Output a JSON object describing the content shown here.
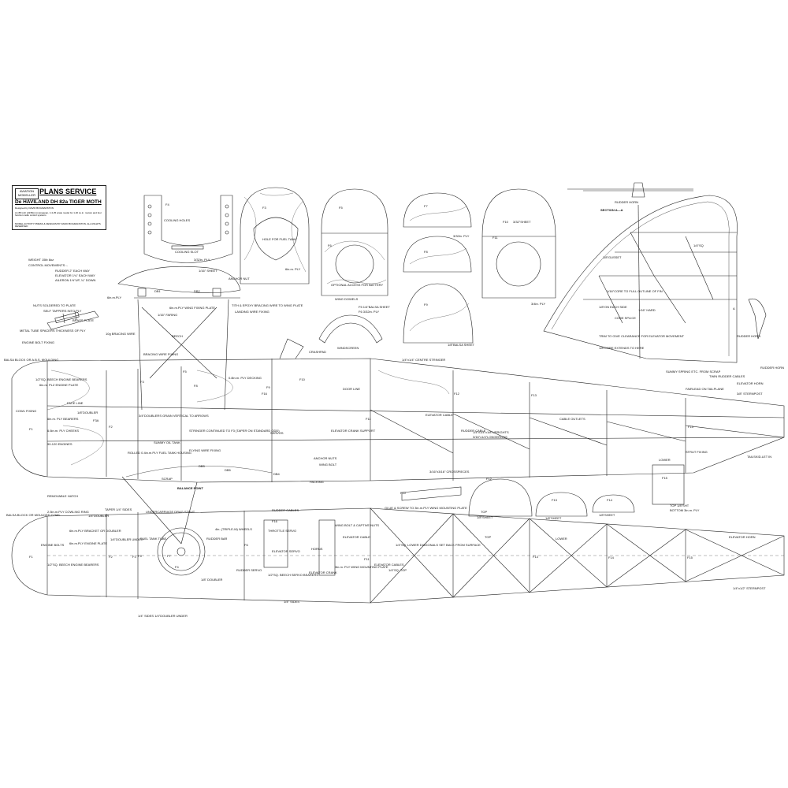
{
  "title_block": {
    "logo_text": "AVIATION MODELLER",
    "service": "PLANS SERVICE",
    "model_name": "De HAVILAND DH 82a TIGER MOTH",
    "designer": "Designed by DAVID BOGMANSTON",
    "spec": "An 88 inch (2235mm) wingspan, 1:4.25 scale model for 1.20 cu.in. motors and four function radio control systems",
    "rights": "MODEL ACTIVITY PRESS & DESIGNS BY DAVID BOGMANSTON. ALL RIGHTS RESERVED"
  },
  "specs": {
    "weight": "WEIGHT 15lb 8oz",
    "control_movements": "CONTROL MOVEMENTS :-",
    "rudder": "RUDDER 2\" EACH WAY",
    "elevator": "ELEVATOR 1¾\" EACH WAY",
    "aileron": "AILERON 1½\"UP, ¾\" DOWN"
  },
  "formers": {
    "f4": "F4",
    "cooling_holes": "COOLING HOLES",
    "cooling_slot": "COOLING SLOT",
    "f4_ply": "3/32in. PLY",
    "f3": "F3",
    "hole_fuel_tank": "HOLE FOR FUEL TANK",
    "f3_ply": "6in.m. PLY",
    "f5": "F5",
    "f6": "F6",
    "optional_access": "OPTIONAL ACCESS FOR BATTERY",
    "wing_dowels": "WING DOWELS",
    "f5_sheet": "F5 1/4\"BALSA SHEET",
    "f6_ply": "F6 3/32in. PLY",
    "f7": "F7",
    "f8": "F8",
    "f9": "F9",
    "f7_ply": "3/32in. PLY",
    "f9_sheet": "1/8\"BALSA SHEET",
    "f10": "F10",
    "f11": "F11",
    "f10_sheet": "3/32\"SHEET",
    "f11_ply": "3/4in. PLY",
    "windscreen": "WINDSCREEN"
  },
  "section_aa": {
    "label": "SECTION A—A",
    "rudder_horn": "RUDDER HORN",
    "gusset": "1/8\"GUSSET",
    "core_pin": "1/16\"CORE TO FULL OUTLINE OF FIN",
    "core_splice": "CORE SPLICE",
    "trim": "TRIM TO GIVE CLEARANCE FOR ELEVATOR MOVEMENT",
    "core_extends": "1/8\"CORE EXTENDS TO HERE",
    "summy_spring": "SUMMY SPRING ETC. FROM SCRAP",
    "a_mark": "A",
    "sq": "1/4\"SQ",
    "each_side": "1/8\"ON EACH SIDE",
    "hard": "1/16\" HARD",
    "rudder_horn_2": "RUDDER HORN"
  },
  "upper_view": {
    "balsa_block": "BALSA BLOCK OR A.B.S. MOULDING",
    "cowl_fixing": "COWL FIXING",
    "beech_bearers": "1/2\"SQ. BEECH ENGINE BEARERS",
    "ply_engine_plate": "6in.m. PLZ ENGINE PLATE",
    "face_line": "FACE LINE",
    "doubler": "1/8\"DOUBLER",
    "ply_bearers": "6in.m. PLY BEARERS",
    "ply_cheeks": "6.6in.m. PLY CHEEKS",
    "engines": "90-120 ENGINES",
    "removable_hatch": "REMOVABLE HATCH",
    "scrap": "SCRAP",
    "balance_point": "BALANCE POINT",
    "undercarriage_strut": "UNDERCARRIAGE DRAG STRUT",
    "ply_deck": "0.8in.m. PLY DECKING",
    "rudder_cable": "RUDDER CABLE",
    "elevator_cable": "ELEVATOR CABLE",
    "centre_stringer": "1/4\"x1/4\" CENTRE STRINGER",
    "crossbars": "3/16\"x3/16\" CROSSPIECES",
    "uprights": "1/4\"x1/4\"x1/8\"UPRIGHTS",
    "longerons": "3/16\"x1/4\"LONGERONS",
    "cable_outlets": "CABLE OUTLETS",
    "tail_skid": "TAILSKID-LET IN",
    "strut_fixing": "STRUT FIXING",
    "elevator_horn": "ELEVATOR HORN",
    "sternpost": "3/8\" STERNPOST",
    "fairlead": "FAIRLEAD ON TAILPLANE",
    "rudder_horn": "RUDDER HORN",
    "twin_cables": "TWIN RUDDER CABLES",
    "f1": "F1",
    "f2": "F2",
    "f3a": "F3A",
    "f3": "F3",
    "f5": "F5",
    "f7": "F7",
    "f8": "F8",
    "f9": "F9",
    "f10": "F10",
    "f11": "F11",
    "f12": "F12",
    "f13": "F13",
    "f14": "F14",
    "f15": "F15",
    "f16": "F16",
    "flying_wires": "FLYING WIRE FIXING",
    "servo": "SERVOS",
    "elevator_crank": "ELEVATOR CRANK SUPPORT",
    "anchor_nuts": "ANCHOR NUTS",
    "wing_bolt": "WING BOLT",
    "packing": "PACKING",
    "crashpad": "CRASHPAD",
    "door_line": "DOOR LINE",
    "doublers": "3/4\"DOUBLERS GRAIN VERTICAL TO ARROWS",
    "stringer_cont": "STRINGER CONTINUED TO F3 (TAPER ON STANDARD ODD)",
    "rolled": "ROLLED 0.4in.m.PLY FUEL TANK HOUSING",
    "summy_tank": "SUMMY OIL TANK",
    "db3": "DB3",
    "db4": "DB4",
    "db5": "DB5",
    "db1": "DB1",
    "db2": "DB2"
  },
  "centre_section": {
    "anchor_nut": "ANCHOR NUT",
    "sheet": "1/16\" SHEET",
    "ply": "6in.m.PLY",
    "wing_plate": "6in.m.PLY WING FIXING PLATE",
    "faring": "1/16\" FARING",
    "bracing": "TITH & EPOXY BRACING WIRE TO WING PLATE",
    "landing_wire": "LANDING WIRE FIXING",
    "beech": "BEECH",
    "bracing_wire": "10g BRACING WIRE",
    "bracing_fix": "BRACING WIRE FIXING"
  },
  "details": {
    "nuts_soldered": "NUTS SOLDERED TO PLATE",
    "self_tappers": "SELF TAPPERS INTO PLY",
    "brass_plate": "BRASS PLATE",
    "metal_tube": "METAL TUBE SPACERS THICKNESS OF PLY",
    "engine_bolt_fixing": "ENGINE BOLT FIXING",
    "glue_screw": "GLUE & SCREW TO 3in.m.PLY WING MOUNTING PLATE",
    "f10_lbl": "F10",
    "f12": "F12",
    "f13": "F13",
    "f14": "F14",
    "f15": "F15",
    "f12_sheet": "1/8\"SHEET",
    "f13_sheet": "1/8\"SHEET",
    "f14_sheet": "1/8\"SHEET",
    "lower_lbl": "LOWER",
    "top_lbl": "TOP",
    "top_sheet": "TOP 1/8\"SHT",
    "bottom_ply": "BOTTOM 3in.m. PLY"
  },
  "lower_view": {
    "balsa_cowl": "BALSA BLOCK OR MOULDED COWL",
    "ply_cowling": "2.5in.m.PLY COWLING RING",
    "taper": "TAPER 1/4\" SIDES",
    "doubler": "1/4\"DOUBLER",
    "ply_bracket": "6in.m.PLY BRACKET OR DOUBLER",
    "ply_engine_plate": "6in.m.PLY ENGINE PLATE",
    "engine_bolts": "ENGINE BOLTS",
    "beech_bearers": "1/2\"SQ. BEECH ENGINE BEARERS",
    "fuel_tube": "FUEL TANK TUBE",
    "doubler_under": "1/4\"DOUBLER UNDER",
    "rudder_bar": "RUDDER BAR",
    "rudder_servo": "RUDDER SERVO",
    "throttle_servo": "THROTTLE SERVO",
    "elevator_servo": "ELEVATOR SERVO",
    "wheels": "4in. (TRIPLE-M) WHEELS",
    "beech_bearers_2": "1/2\"SQ. BEECH SERVO BEARERS",
    "wing_bolt": "WING BOLT & CAPTIVE NUTS",
    "elevator_cable": "ELEVATOR CABLE",
    "horns": "HORNS",
    "ply_wing_plate": "3in.m. PLY WING MOUNTING PLATE",
    "elevator_cables": "ELEVATOR CABLES",
    "elevator_crank": "ELEVATOR CRANK",
    "sq_lower": "1/4\"SQ. LOWER DIAGONALS SET BACK FROM SURFACE",
    "sq_top": "1/4\"SQ. TOP",
    "rudder_cables": "RUDDER CABLES",
    "elevator_horn": "ELEVATOR HORN",
    "sternpost": "1/4\"x1/2\" STERNPOST",
    "sides": "1/4\" SIDES",
    "doubler_under_2": "1/4\" SIDES 1/4\"DOUBLER UNDER",
    "doubler_3": "1/8\" DOUBLER",
    "f1": "F1",
    "f2": "F2",
    "f3": "F3",
    "f4": "F4",
    "f5": "F5",
    "f6": "F6",
    "f7": "F7",
    "f11": "F11",
    "f13": "F13",
    "f14": "F14",
    "f15": "F15",
    "f16": "F16",
    "top": "TOP",
    "lower": "LOWER"
  }
}
